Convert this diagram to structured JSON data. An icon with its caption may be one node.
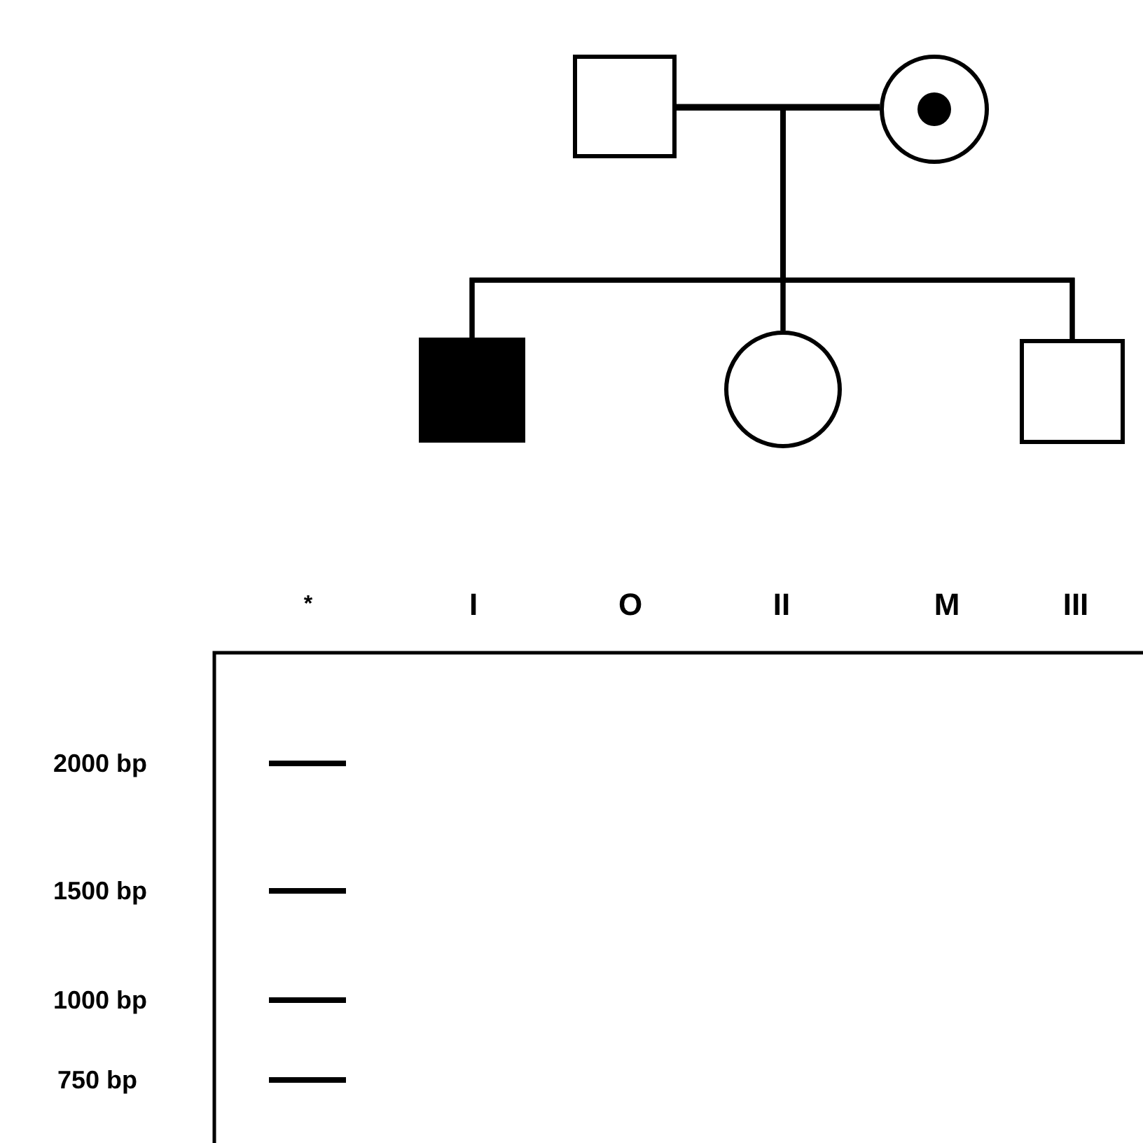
{
  "diagram": {
    "nodes": [
      {
        "text": [],
        "shape": "box"
      },
      {
        "text": [],
        "shape": "dot-circle"
      },
      {
        "text": [],
        "shape": "filled-box"
      },
      {
        "text": [],
        "shape": "circle"
      },
      {
        "text": [],
        "shape": "box"
      }
    ],
    "edges": [
      {
        "from": 0,
        "to": 1,
        "arrow": "none"
      },
      {
        "from": 0,
        "to": 2,
        "arrow": "none"
      },
      {
        "from": 0,
        "to": 3,
        "arrow": "none"
      },
      {
        "from": 0,
        "to": 4,
        "arrow": "none"
      },
      {
        "from": 1,
        "to": 2,
        "arrow": "none"
      },
      {
        "from": 1,
        "to": 3,
        "arrow": "none"
      },
      {
        "from": 1,
        "to": 4,
        "arrow": "none"
      }
    ],
    "labels": [
      "*",
      "I",
      "O",
      "II",
      "M",
      "III",
      "2000 bp",
      "1500 bp",
      "1000 bp",
      "750 bp"
    ]
  }
}
